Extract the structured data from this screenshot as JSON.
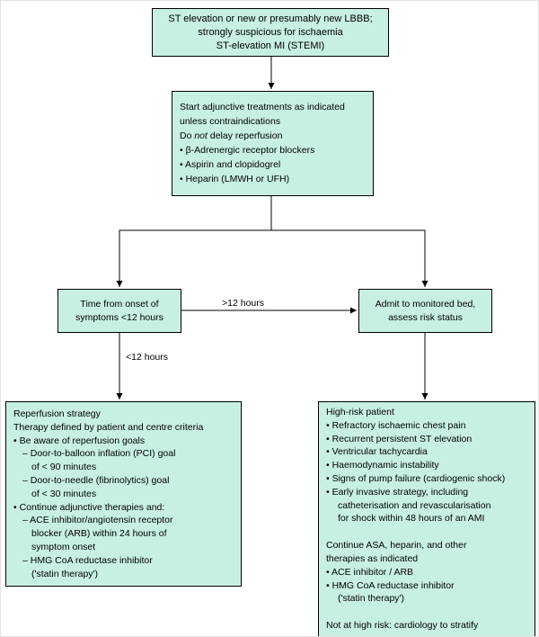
{
  "colors": {
    "box_bg": "#c7f0e2",
    "box_border": "#000000"
  },
  "boxes": {
    "stemi": {
      "lines": [
        "ST elevation or new or presumably new LBBB;",
        "strongly suspicious for ischaemia",
        "ST-elevation MI (STEMI)"
      ]
    },
    "adjunctive": {
      "line1": "Start adjunctive treatments as indicated",
      "line2": "unless contraindications",
      "do_prefix": "Do ",
      "do_italic": "not",
      "do_suffix": " delay reperfusion",
      "bullets": [
        "• β-Adrenergic receptor blockers",
        "• Aspirin and clopidogrel",
        "• Heparin (LMWH or UFH)"
      ]
    },
    "onset": {
      "lines": [
        "Time from onset of",
        "symptoms <12 hours"
      ]
    },
    "admit": {
      "lines": [
        "Admit to monitored bed,",
        "assess risk status"
      ]
    },
    "reperfusion": {
      "lines": [
        "Reperfusion strategy",
        "Therapy defined by patient and centre criteria",
        "• Be aware of reperfusion goals",
        "– Door-to-balloon inflation (PCI) goal",
        "of < 90 minutes",
        "– Door-to-needle (fibrinolytics) goal",
        "of < 30 minutes",
        "• Continue adjunctive therapies and:",
        "– ACE inhibitor/angiotensin receptor",
        "blocker (ARB) within 24 hours of",
        "symptom onset",
        "– HMG CoA reductase inhibitor",
        "('statin therapy')"
      ]
    },
    "highrisk": {
      "lines": [
        "High-risk patient",
        "• Refractory ischaemic chest pain",
        "• Recurrent persistent ST elevation",
        "• Ventricular tachycardia",
        "• Haemodynamic instability",
        "• Signs of pump failure (cardiogenic shock)",
        "• Early invasive strategy, including",
        "catheterisation and revascularisation",
        "for shock within 48 hours of an AMI",
        "",
        "Continue ASA, heparin, and other",
        "therapies as indicated",
        "• ACE inhibitor / ARB",
        "• HMG CoA reductase inhibitor",
        "('statin therapy')",
        "",
        "Not at high risk: cardiology to stratify"
      ]
    }
  },
  "edge_labels": {
    "gt12": ">12 hours",
    "lt12": "<12 hours"
  }
}
